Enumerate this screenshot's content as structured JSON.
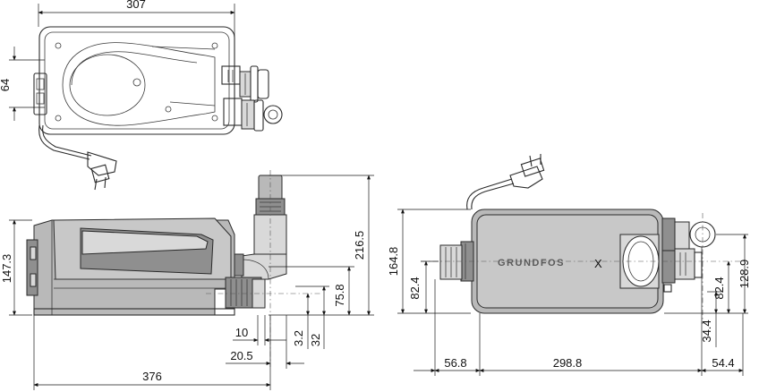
{
  "brand": "GRUNDFOS",
  "brand_mark": "X",
  "top_view": {
    "overall_length": "307",
    "width": "64"
  },
  "side_view": {
    "overall_length": "376",
    "height": "147.3",
    "outlet_height": "216.5",
    "inlet_height": "75.8",
    "offset_a": "10",
    "offset_b": "20.5",
    "offset_c": "3.2",
    "offset_d": "32"
  },
  "end_view": {
    "height": "164.8",
    "inlet_height_left": "82.4",
    "inlet_height_right": "82.4",
    "outlet_height": "128.9",
    "outlet_small": "34.4",
    "dim_left": "56.8",
    "dim_middle": "298.8",
    "dim_right": "54.4"
  }
}
